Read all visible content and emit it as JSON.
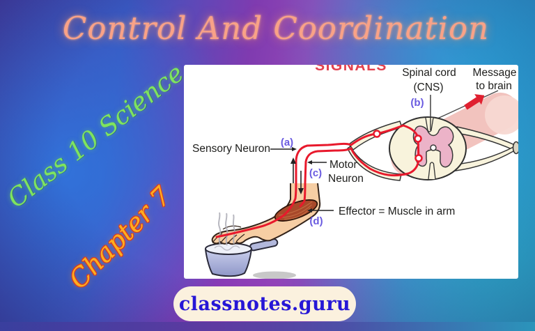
{
  "page": {
    "title": "Control And Coordination",
    "badges": {
      "class_level": "Class 10 Science",
      "chapter": "Chapter 7"
    },
    "watermark": "classnotes.guru"
  },
  "diagram": {
    "heading_partial": "SIGNALS",
    "labels": {
      "spinal_cord_line1": "Spinal cord",
      "spinal_cord_line2": "(CNS)",
      "message_line1": "Message",
      "message_line2": "to brain",
      "marker_a": "(a)",
      "marker_b": "(b)",
      "marker_c": "(c)",
      "marker_d": "(d)",
      "sensory_neuron": "Sensory Neuron",
      "motor_neuron_line1": "Motor",
      "motor_neuron_line2": "Neuron",
      "effector": "Effector = Muscle in arm"
    }
  },
  "colors": {
    "title_text": "#F9A287",
    "class_badge_text": "#7FE45E",
    "chapter_badge_text": "#FFAF1E",
    "chapter_badge_outline": "#D53B28",
    "watermark_text": "#2617D6",
    "watermark_background": "#FBF1DE",
    "signal_red": "#E8192C",
    "marker_purple": "#6A5BE0",
    "label_dark": "#1D1D1B",
    "cord_cream": "#F8F3DC",
    "gray_matter_pink": "#ECB3C8",
    "cord_band_pink": "#F2C3BE",
    "skin": "#F6CEA4",
    "muscle": "#A8492A",
    "pot_blue": "#B2B8DC",
    "background_blue": "#3A57C0",
    "background_purple": "#8741B4",
    "background_teal": "#2BA6CE"
  }
}
